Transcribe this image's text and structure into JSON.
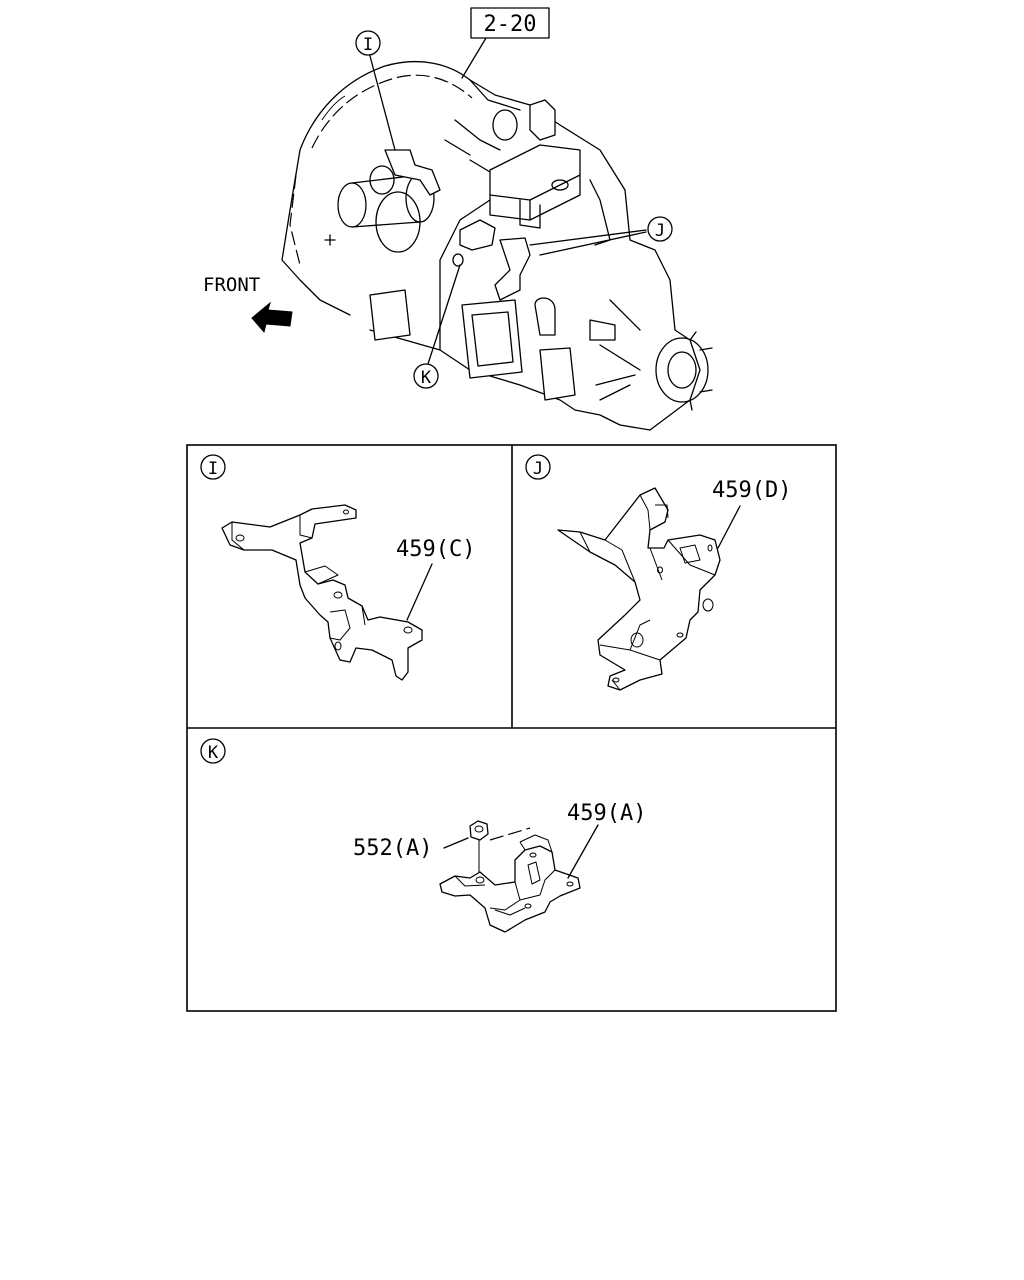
{
  "reference": "2-20",
  "front_label": "FRONT",
  "callouts": {
    "i": "I",
    "j": "J",
    "k": "K"
  },
  "parts": {
    "bracket_c": "459(C)",
    "bracket_d": "459(D)",
    "bracket_a": "459(A)",
    "nut_a": "552(A)"
  }
}
